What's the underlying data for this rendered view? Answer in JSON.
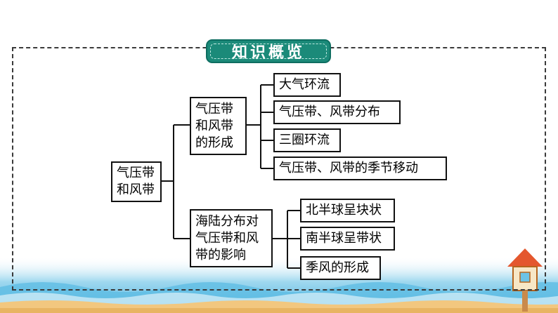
{
  "title": "知识概览",
  "root": {
    "lines": [
      "气压带",
      "和风带"
    ]
  },
  "branch1": {
    "lines": [
      "气压带",
      "和风带",
      "的形成"
    ],
    "children": [
      "大气环流",
      "气压带、风带分布",
      "三圈环流",
      "气压带、风带的季节移动"
    ]
  },
  "branch2": {
    "lines": [
      "海陆分布对",
      "气压带和风",
      "带的影响"
    ],
    "children": [
      "北半球呈块状",
      "南半球呈带状",
      "季风的形成"
    ]
  },
  "colors": {
    "badge": "#1b8a79",
    "sea": "#6cc3e6",
    "sand": "#f2c77f"
  }
}
